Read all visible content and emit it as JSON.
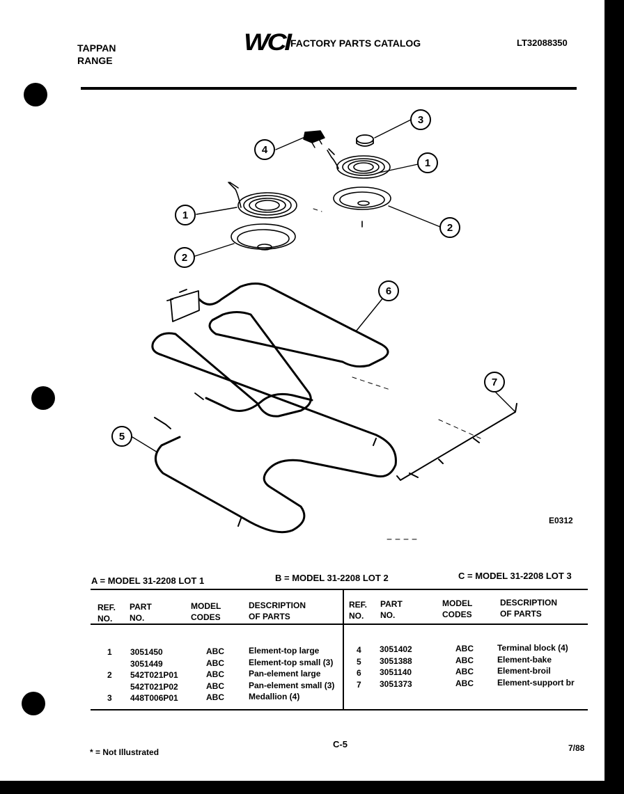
{
  "header": {
    "brand_line1": "TAPPAN",
    "brand_line2": "RANGE",
    "logo_text": "WCI",
    "catalog_title": "FACTORY PARTS CATALOG",
    "catalog_number": "LT32088350"
  },
  "diagram": {
    "callouts": [
      "1",
      "2",
      "3",
      "4",
      "1",
      "2",
      "6",
      "7",
      "5"
    ],
    "figure_code": "E0312"
  },
  "models": {
    "a": "A = MODEL 31-2208 LOT 1",
    "b": "B = MODEL 31-2208 LOT 2",
    "c": "C = MODEL 31-2208 LOT 3"
  },
  "table": {
    "headers": {
      "ref_1": "REF.",
      "ref_2": "NO.",
      "part_1": "PART",
      "part_2": "NO.",
      "model_1": "MODEL",
      "model_2": "CODES",
      "desc_1": "DESCRIPTION",
      "desc_2": "OF PARTS"
    },
    "left": {
      "ref": "1\n\n2\n\n3",
      "part": "3051450\n3051449\n542T021P01\n542T021P02\n448T006P01",
      "codes": "ABC\nABC\nABC\nABC\nABC",
      "desc": "Element-top large\nElement-top small (3)\nPan-element large\nPan-element small (3)\nMedallion (4)"
    },
    "right": {
      "ref": "4\n5\n6\n7",
      "part": "3051402\n3051388\n3051140\n3051373",
      "codes": "ABC\nABC\nABC\nABC",
      "desc": "Terminal block (4)\nElement-bake\nElement-broil\nElement-support br"
    }
  },
  "footer": {
    "note": "* = Not Illustrated",
    "page": "C-5",
    "date": "7/88"
  }
}
